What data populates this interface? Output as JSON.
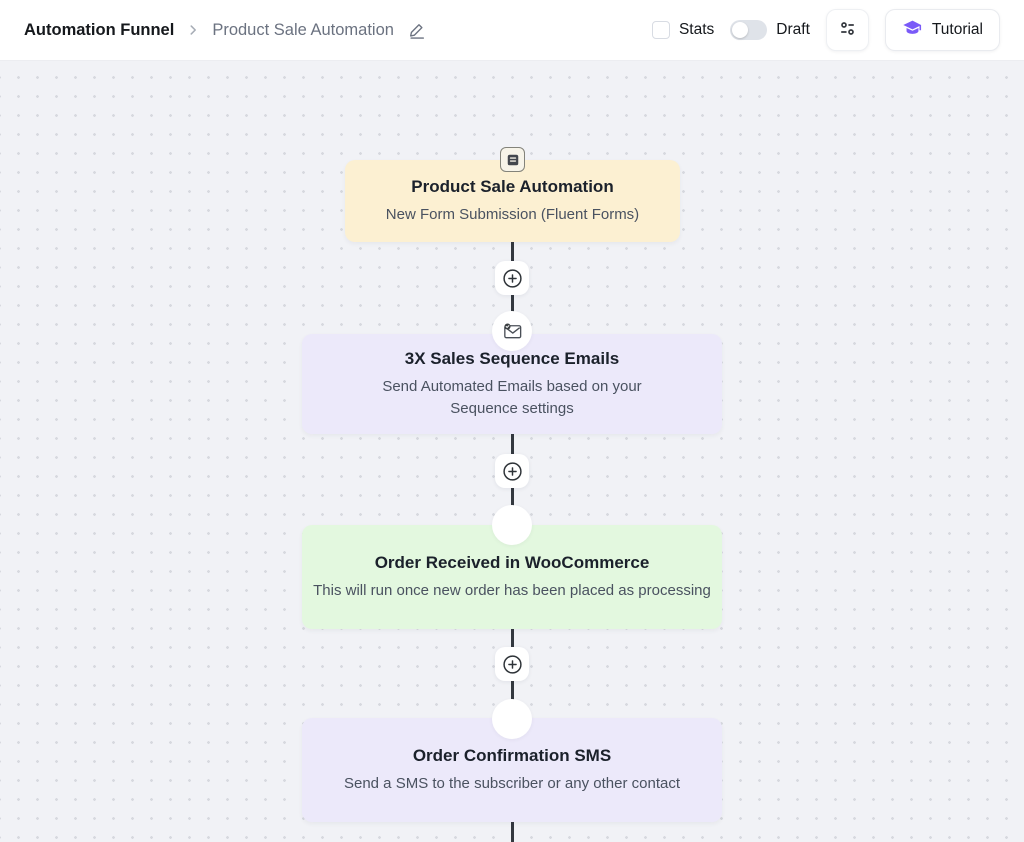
{
  "header": {
    "breadcrumb": {
      "root": "Automation Funnel",
      "current": "Product Sale Automation"
    },
    "stats_label": "Stats",
    "draft_label": "Draft",
    "draft_toggle_state": "off",
    "stats_checkbox_state": "unchecked",
    "tutorial_label": "Tutorial"
  },
  "flow": {
    "add_step_symbol": "+",
    "nodes": [
      {
        "kind": "trigger",
        "icon": "form-document-icon",
        "title": "Product Sale Automation",
        "subtitle": "New Form Submission (Fluent Forms)",
        "bg": "#fcf0d2"
      },
      {
        "kind": "action",
        "icon": "email-check-icon",
        "title": "3X Sales Sequence Emails",
        "subtitle": "Send Automated Emails based on your Sequence settings",
        "bg": "#ece9fa"
      },
      {
        "kind": "benchmark",
        "icon": "white-circle-connector",
        "title": "Order Received in WooCommerce",
        "subtitle": "This will run once new order has been placed as processing",
        "bg": "#e3f8df"
      },
      {
        "kind": "action",
        "icon": "white-circle-connector",
        "title": "Order Confirmation SMS",
        "subtitle": "Send a SMS to the subscriber or any other contact",
        "bg": "#ece9fa"
      }
    ]
  },
  "colors": {
    "accent_purple": "#7a5af8",
    "canvas_bg": "#f1f2f6",
    "canvas_dot": "#d7d9df",
    "connector_line": "#33383f",
    "trigger_node_bg": "#fcf0d2",
    "purple_node_bg": "#ece9fa",
    "green_node_bg": "#e3f8df",
    "title_text": "#1b212b",
    "subtitle_text": "#4a5260"
  }
}
